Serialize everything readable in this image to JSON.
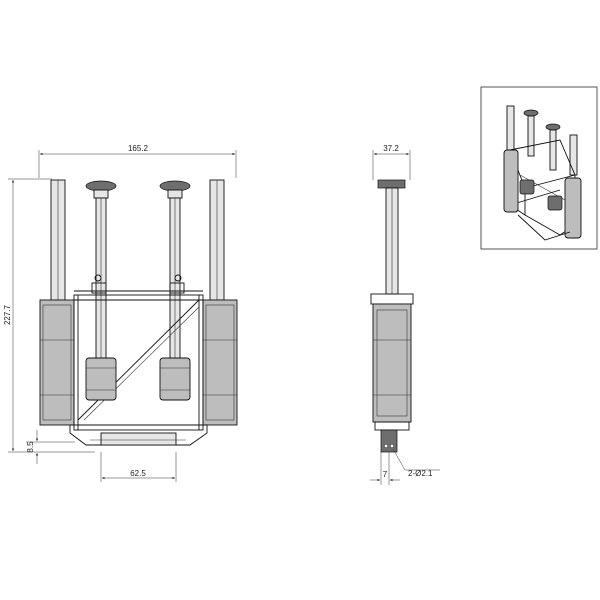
{
  "drawing": {
    "front_view": {
      "overall_width_label": "165.2",
      "overall_height_label": "227.7",
      "bottom_offset_label": "8.5",
      "base_width_label": "62.5"
    },
    "side_view": {
      "overall_depth_label": "37.2",
      "foot_width_label": "7",
      "hole_callout_label": "2-Ø2.1"
    },
    "iso_view": {}
  }
}
